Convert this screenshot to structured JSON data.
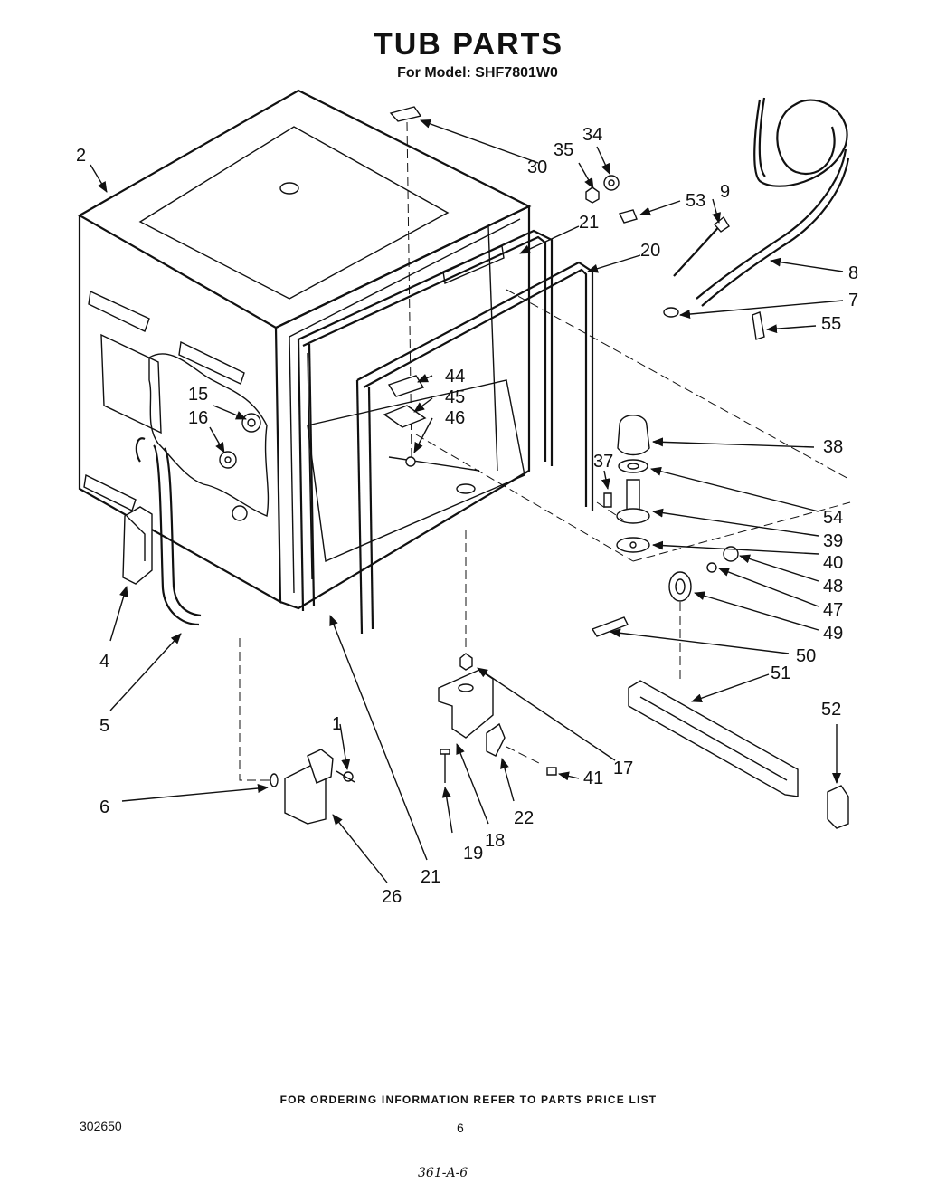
{
  "title": "TUB PARTS",
  "subtitle": "For Model: SHF7801W0",
  "footer": "FOR ORDERING INFORMATION REFER TO PARTS PRICE LIST",
  "doc_number": "302650",
  "page_number": "6",
  "handwritten_note": "361-A-6",
  "callouts": [
    "1",
    "2",
    "4",
    "5",
    "6",
    "7",
    "8",
    "9",
    "15",
    "16",
    "17",
    "18",
    "19",
    "20",
    "21",
    "21",
    "22",
    "26",
    "30",
    "34",
    "35",
    "37",
    "38",
    "39",
    "40",
    "41",
    "44",
    "45",
    "46",
    "47",
    "48",
    "49",
    "50",
    "51",
    "52",
    "53",
    "54",
    "55"
  ]
}
